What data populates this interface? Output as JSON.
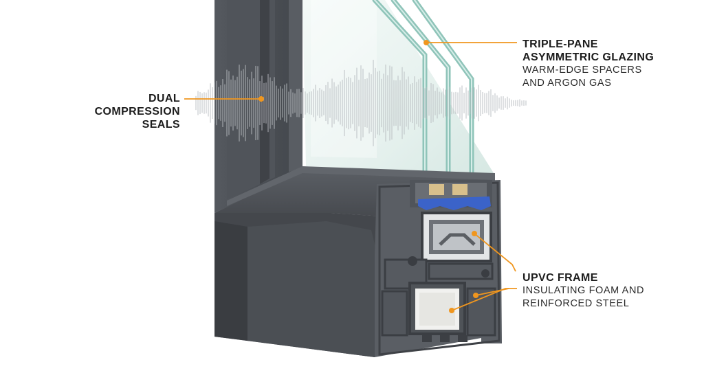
{
  "callouts": {
    "glazing": {
      "title_lines": [
        "TRIPLE-PANE",
        "ASYMMETRIC GLAZING"
      ],
      "subtitle_lines": [
        "WARM-EDGE SPACERS",
        "AND ARGON GAS"
      ]
    },
    "seals": {
      "title_lines": [
        "DUAL",
        "COMPRESSION",
        "SEALS"
      ]
    },
    "frame": {
      "title_lines": [
        "UPVC FRAME"
      ],
      "subtitle_lines": [
        "INSULATING FOAM AND",
        "REINFORCED STEEL"
      ]
    }
  },
  "colors": {
    "accent": "#f0961e",
    "frame": "#4a4e54",
    "glass": "#a9d4cc",
    "gasket": "#3b63c9",
    "spacer": "#d8c08c"
  }
}
